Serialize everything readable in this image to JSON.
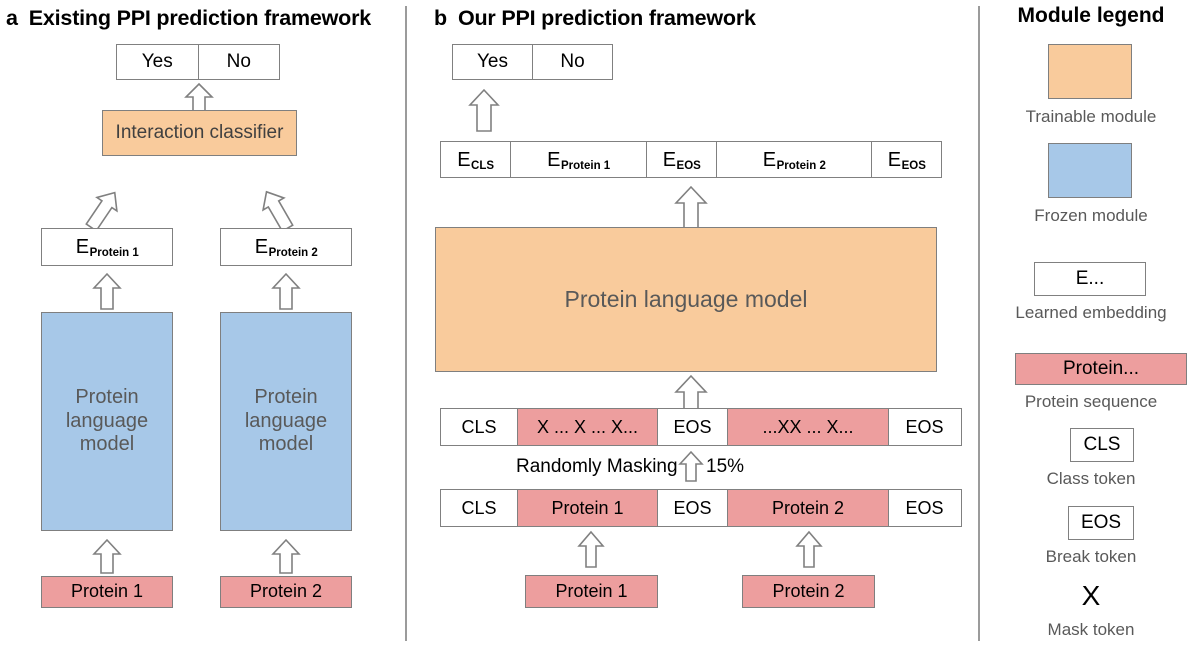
{
  "panels": {
    "a": {
      "letter": "a",
      "title": "Existing PPI prediction framework",
      "output": {
        "yes": "Yes",
        "no": "No"
      },
      "classifier": "Interaction classifier",
      "embeddings": [
        {
          "prefix": "E",
          "sub": "Protein 1"
        },
        {
          "prefix": "E",
          "sub": "Protein 2"
        }
      ],
      "encoders": [
        {
          "line1": "Protein",
          "line2": "language",
          "line3": "model"
        },
        {
          "line1": "Protein",
          "line2": "language",
          "line3": "model"
        }
      ],
      "inputs": [
        "Protein 1",
        "Protein 2"
      ]
    },
    "b": {
      "letter": "b",
      "title": "Our PPI prediction framework",
      "output": {
        "yes": "Yes",
        "no": "No"
      },
      "embedding_strip": [
        {
          "prefix": "E",
          "sub": "CLS"
        },
        {
          "prefix": "E",
          "sub": "Protein 1"
        },
        {
          "prefix": "E",
          "sub": "EOS"
        },
        {
          "prefix": "E",
          "sub": "Protein 2"
        },
        {
          "prefix": "E",
          "sub": "EOS"
        }
      ],
      "model": "Protein language model",
      "masked_strip": [
        {
          "label": "CLS",
          "masked": false
        },
        {
          "label": "X ...  X ...  X...",
          "masked": true
        },
        {
          "label": "EOS",
          "masked": false
        },
        {
          "label": "...XX ...  X...",
          "masked": true
        },
        {
          "label": "EOS",
          "masked": false
        }
      ],
      "masking_label": "Randomly Masking",
      "masking_rate": "15%",
      "token_strip": [
        {
          "label": "CLS",
          "masked": false
        },
        {
          "label": "Protein 1",
          "masked": true
        },
        {
          "label": "EOS",
          "masked": false
        },
        {
          "label": "Protein 2",
          "masked": true
        },
        {
          "label": "EOS",
          "masked": false
        }
      ],
      "inputs": [
        "Protein 1",
        "Protein 2"
      ]
    }
  },
  "legend": {
    "title": "Module legend",
    "items": [
      {
        "swatch": "trainable",
        "sample_text": "",
        "caption": "Trainable module"
      },
      {
        "swatch": "frozen",
        "sample_text": "",
        "caption": "Frozen module"
      },
      {
        "swatch": "embedding",
        "sample_text": "E...",
        "caption": "Learned embedding"
      },
      {
        "swatch": "sequence",
        "sample_text": "Protein...",
        "caption": "Protein sequence"
      },
      {
        "swatch": "cls",
        "sample_text": "CLS",
        "caption": "Class token"
      },
      {
        "swatch": "eos",
        "sample_text": "EOS",
        "caption": "Break token"
      },
      {
        "swatch": "mask",
        "sample_text": "X",
        "caption": "Mask token"
      }
    ]
  },
  "colors": {
    "trainable": "#f9cb9c",
    "frozen": "#a7c8e8",
    "sequence": "#ed9e9e",
    "outline": "#808080",
    "text_gray": "#595959"
  }
}
